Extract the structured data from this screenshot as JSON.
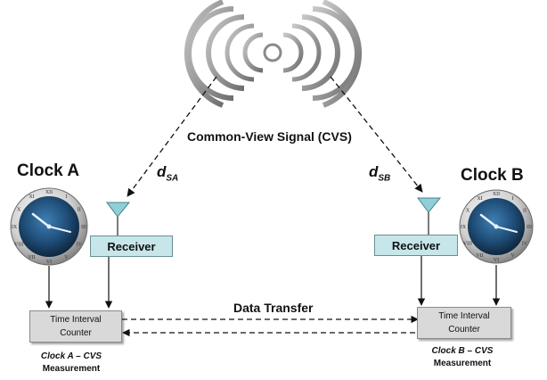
{
  "diagram": {
    "signal_label": "Common-View Signal (CVS)",
    "data_transfer_label": "Data Transfer",
    "clock_a": {
      "label": "Clock A",
      "distance_symbol": "d",
      "distance_subscript": "SA",
      "receiver_label": "Receiver",
      "counter_line1": "Time Interval",
      "counter_line2": "Counter",
      "measurement_line1": "Clock A – CVS",
      "measurement_line2": "Measurement"
    },
    "clock_b": {
      "label": "Clock B",
      "distance_symbol": "d",
      "distance_subscript": "SB",
      "receiver_label": "Receiver",
      "counter_line1": "Time Interval",
      "counter_line2": "Counter",
      "measurement_line1": "Clock B – CVS",
      "measurement_line2": "Measurement"
    },
    "clock_numerals": [
      "XII",
      "I",
      "II",
      "III",
      "IV",
      "V",
      "VI",
      "VII",
      "VIII",
      "IX",
      "X",
      "XI"
    ],
    "colors": {
      "receiver_fill": "#c6e6ea",
      "counter_fill": "#d9d9d9",
      "antenna_fill": "#8fd0d8",
      "clock_face": "#1f4e78",
      "signal_waves": "#9a9a9a"
    }
  }
}
